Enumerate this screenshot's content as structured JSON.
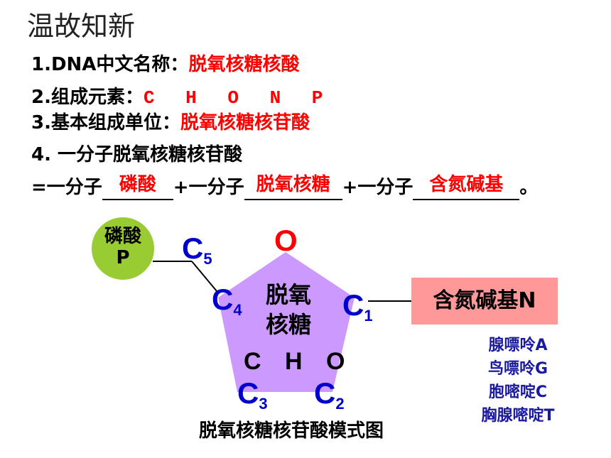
{
  "title": "温故知新",
  "q1": {
    "prefix": "1.DNA中文名称：",
    "answer": "脱氧核糖核酸"
  },
  "q2": {
    "prefix": "2.组成元素：",
    "answer": "C H O N P"
  },
  "q3": {
    "prefix": "3.基本组成单位：",
    "answer": "脱氧核糖核苷酸"
  },
  "q4": {
    "line1": "4. 一分子脱氧核糖核苷酸",
    "eq": "=一分子",
    "plus1": "+一分子",
    "plus2": "+一分子",
    "end": "。",
    "blank1": "磷酸",
    "blank2": "脱氧核糖",
    "blank3": "含氮碱基"
  },
  "diagram": {
    "phosphate_line1": "磷酸",
    "phosphate_line2": "P",
    "oxygen": "O",
    "c5": {
      "c": "C",
      "n": "5"
    },
    "c4": {
      "c": "C",
      "n": "4"
    },
    "c1": {
      "c": "C",
      "n": "1"
    },
    "c3": {
      "c": "C",
      "n": "3"
    },
    "c2": {
      "c": "C",
      "n": "2"
    },
    "sugar_line1": "脱氧",
    "sugar_line2": "核糖",
    "sugar_elements": "C H O",
    "base_label": "含氮碱基N",
    "bases": [
      "腺嘌呤A",
      "鸟嘌呤G",
      "胞嘧啶C",
      "胸腺嘧啶T"
    ],
    "caption": "脱氧核糖核苷酸模式图",
    "colors": {
      "sugar": "#cc99ff",
      "phosphate": "#99cc33",
      "base": "#ff9999"
    }
  }
}
